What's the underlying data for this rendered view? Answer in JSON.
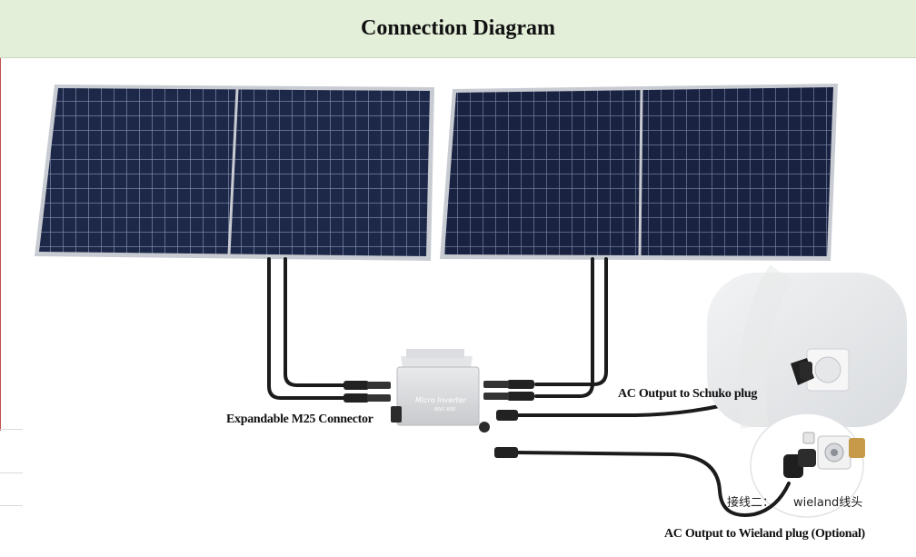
{
  "header": {
    "title": "Connection Diagram"
  },
  "labels": {
    "expandable_connector": "Expandable M25 Connector",
    "ac_schuko": "AC Output to Schuko plug",
    "ac_wieland": "AC Output to Wieland plug (Optional)",
    "wieland_caption_prefix": "接线二：",
    "wieland_caption_suffix": "wieland线头"
  },
  "inverter": {
    "brand_line": "Micro Inverter",
    "model_line": "WVC-600"
  },
  "colors": {
    "header_bg": "#e3efd9",
    "panel_cell": "#1f2a4d",
    "panel_frame": "#c7ccd3",
    "cable": "#1b1b1b",
    "inverter_body": "#d9dadc"
  }
}
